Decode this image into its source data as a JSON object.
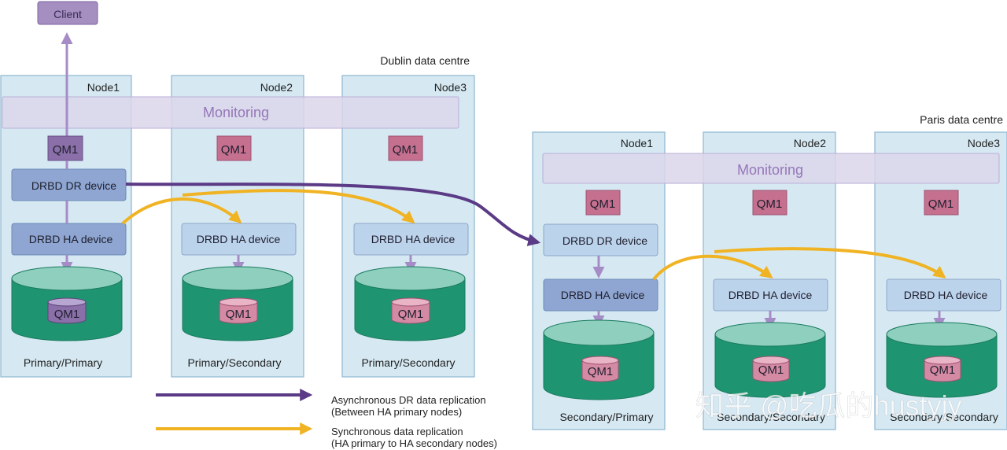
{
  "client": {
    "label": "Client"
  },
  "dublin": {
    "title": "Dublin data centre",
    "monitoring": "Monitoring",
    "nodes": [
      {
        "name": "Node1",
        "qm": "QM1",
        "dr_device": "DRBD DR device",
        "ha_device": "DRBD HA device",
        "disk_qm": "QM1",
        "status": "Primary/Primary"
      },
      {
        "name": "Node2",
        "qm": "QM1",
        "ha_device": "DRBD HA device",
        "disk_qm": "QM1",
        "status": "Primary/Secondary"
      },
      {
        "name": "Node3",
        "qm": "QM1",
        "ha_device": "DRBD HA device",
        "disk_qm": "QM1",
        "status": "Primary/Secondary"
      }
    ]
  },
  "paris": {
    "title": "Paris data centre",
    "monitoring": "Monitoring",
    "nodes": [
      {
        "name": "Node1",
        "qm": "QM1",
        "dr_device": "DRBD DR device",
        "ha_device": "DRBD HA device",
        "disk_qm": "QM1",
        "status": "Secondary/Primary"
      },
      {
        "name": "Node2",
        "qm": "QM1",
        "ha_device": "DRBD HA device",
        "disk_qm": "QM1",
        "status": "Secondary/Secondary"
      },
      {
        "name": "Node3",
        "qm": "QM1",
        "ha_device": "DRBD HA device",
        "disk_qm": "QM1",
        "status": "Secondary/Secondary"
      }
    ]
  },
  "legend": {
    "async_line1": "Asynchronous DR data replication",
    "async_line2": "(Between HA primary nodes)",
    "sync_line1": "Synchronous data replication",
    "sync_line2": "(HA primary to HA secondary nodes)"
  },
  "watermark": "知乎 @吃瓜的hustyjy",
  "colors": {
    "async": "#5b3a86",
    "sync": "#f0b323",
    "node_fill": "#d6e9f3",
    "node_stroke": "#8db6cf",
    "monitoring_fill": "#dcd6ea",
    "monitoring_text": "#9477b8",
    "qm_active": "#8a6fa8",
    "qm_inactive": "#c5708f",
    "device_dark": "#8ea6d1",
    "device_light": "#bcd3ec",
    "disk_fill": "#1f9470",
    "disk_top": "#8ecfbe",
    "client_fill": "#a48fc0",
    "down_arrow": "#a68cc6",
    "up_arrow": "#a68cc6"
  }
}
